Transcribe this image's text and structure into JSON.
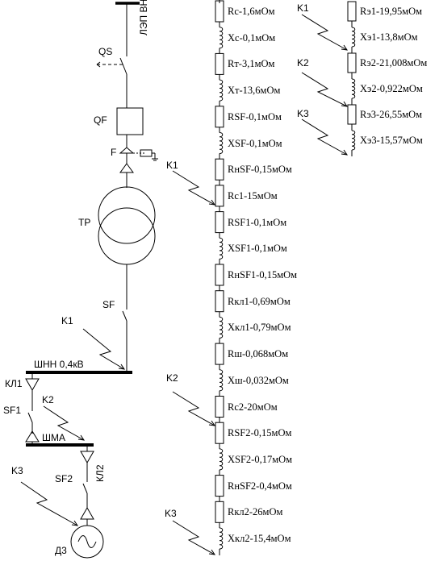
{
  "labels": {
    "lep": "ЛЭП ВН",
    "qs": "QS",
    "qf": "QF",
    "f": "F",
    "tr": "ТР",
    "sf": "SF",
    "k1": "K1",
    "shnn": "ШНН 0,4кВ",
    "kl1": "КЛ1",
    "k2": "K2",
    "sf1": "SF1",
    "shma": "ШМА",
    "kl2": "КЛ2",
    "k3": "K3",
    "sf2": "SF2",
    "d3": "Д3"
  },
  "chain_main": [
    "Rс-1,6мОм",
    "Xс-0,1мОм",
    "Rт-3,1мОм",
    "Xт-13,6мОм",
    "RSF-0,1мОм",
    "XSF-0,1мОм",
    "RнSF-0,15мОм",
    "Rс1-15мОм",
    "RSF1-0,1мОм",
    "XSF1-0,1мОм",
    "RнSF1-0,15мОм",
    "Rкл1-0,69мОм",
    "Xкл1-0,79мОм",
    "Rш-0,068мОм",
    "Xш-0,032мОм",
    "Rс2-20мОм",
    "RSF2-0,15мОм",
    "XSF2-0,17мОм",
    "RнSF2-0,4мОм",
    "Rкл2-26мОм",
    "Xкл2-15,4мОм"
  ],
  "chain_main_faults": {
    "k1": "K1",
    "k2": "K2",
    "k3": "K3"
  },
  "chain_eq": [
    "Rэ1-19,95мОм",
    "Xэ1-13,8мОм",
    "Rэ2-21,008мОм",
    "Xэ2-0,922мОм",
    "Rэ3-26,55мОм",
    "Xэ3-15,57мОм"
  ],
  "chain_eq_faults": {
    "k1": "K1",
    "k2": "K2",
    "k3": "K3"
  }
}
